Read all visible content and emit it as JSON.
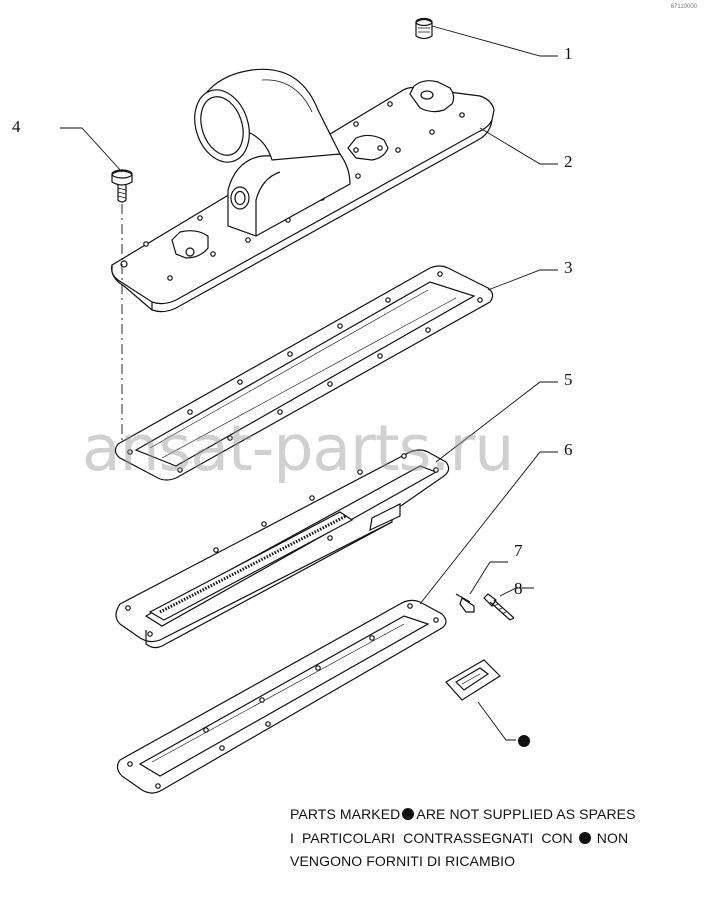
{
  "corner_code": "67110000",
  "watermark": "ansat-parts.ru",
  "callouts": [
    "1",
    "2",
    "3",
    "4",
    "5",
    "6",
    "7",
    "8"
  ],
  "notes": {
    "line1_a": "PARTS MARKED",
    "line1_b": "ARE NOT SUPPLIED AS SPARES",
    "line2_a": "I  PARTICOLARI  CONTRASSEGNATI  CON",
    "line2_b": "NON",
    "line3": "VENGONO FORNITI DI RICAMBIO"
  }
}
